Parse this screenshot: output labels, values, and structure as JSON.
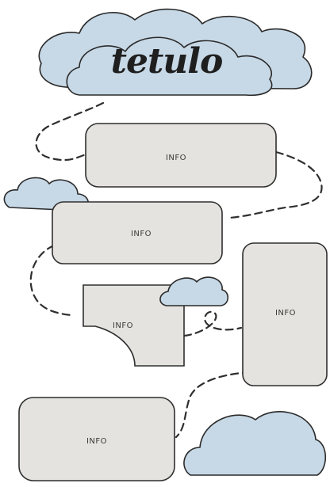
{
  "title": "tetulo",
  "boxes": {
    "box1": "INFO",
    "box2": "INFO",
    "box3": "INFO",
    "box4": "INFO",
    "box5": "INFO"
  },
  "colors": {
    "cloud": "#c7d8e6",
    "box": "#e5e3df",
    "ink": "#2f2f2f"
  }
}
